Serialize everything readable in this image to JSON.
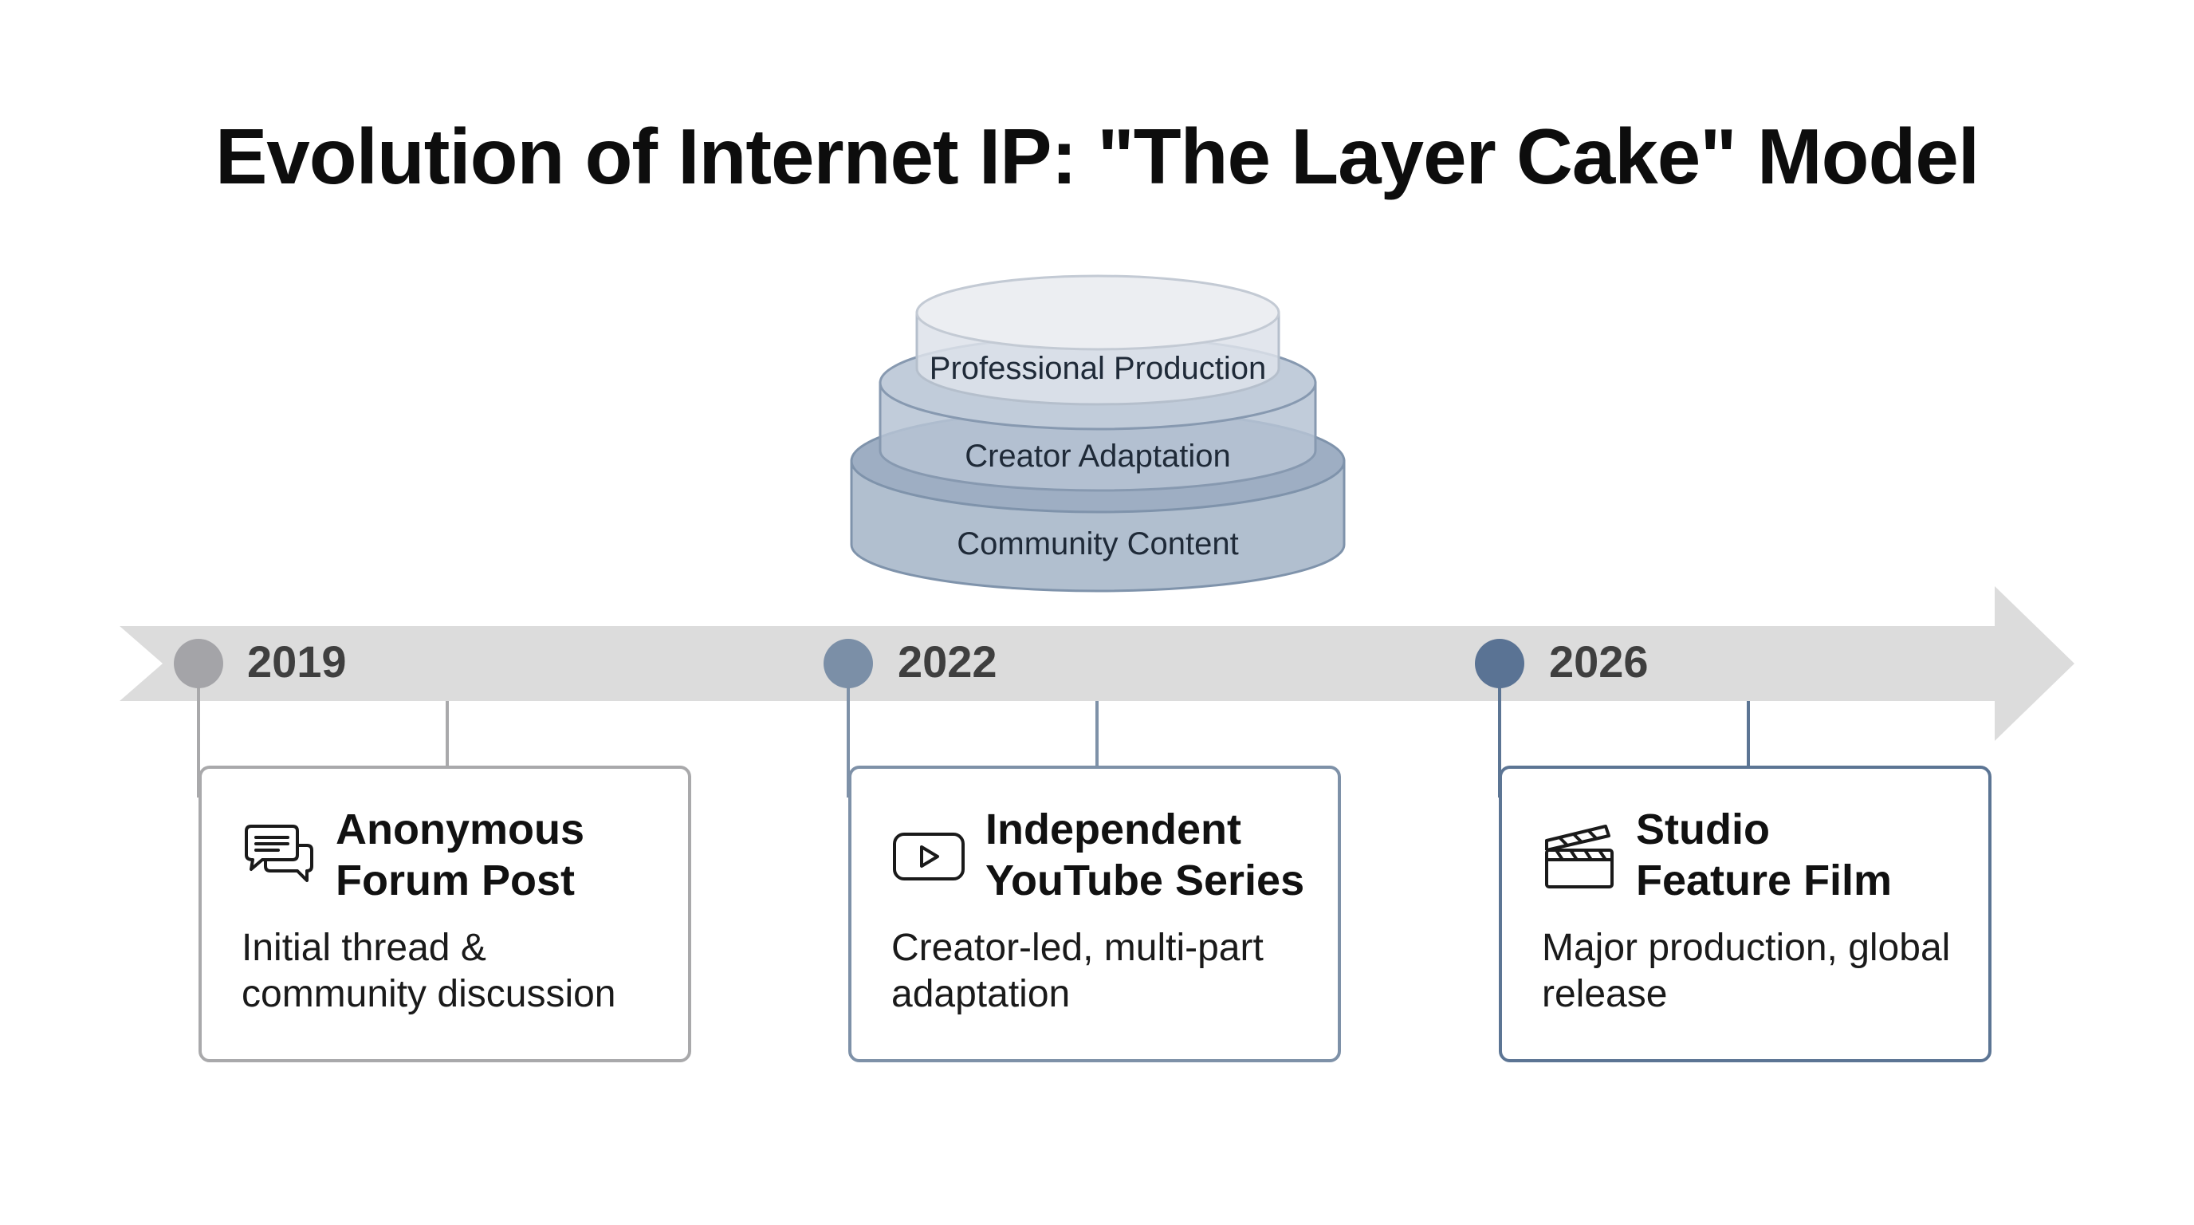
{
  "title": "Evolution of Internet IP: \"The Layer Cake\" Model",
  "cake_layers": [
    {
      "label": "Professional Production"
    },
    {
      "label": "Creator Adaptation"
    },
    {
      "label": "Community Content"
    }
  ],
  "timeline": [
    {
      "year": "2019",
      "icon": "chat-bubbles-icon",
      "title_lines": [
        "Anonymous",
        "Forum Post"
      ],
      "desc_lines": [
        "Initial thread &",
        "community discussion"
      ],
      "color": "#a4a4a8"
    },
    {
      "year": "2022",
      "icon": "video-play-icon",
      "title_lines": [
        "Independent",
        "YouTube Series"
      ],
      "desc_lines": [
        "Creator-led, multi-part",
        "adaptation"
      ],
      "color": "#7b8fa7"
    },
    {
      "year": "2026",
      "icon": "clapperboard-icon",
      "title_lines": [
        "Studio",
        "Feature Film"
      ],
      "desc_lines": [
        "Major production, global",
        "release"
      ],
      "color": "#5a7394"
    }
  ],
  "colors": {
    "arrow": "#dcdcdc",
    "cake_fill": "#a9b8ca",
    "cake_stroke": "#7f93ab"
  }
}
